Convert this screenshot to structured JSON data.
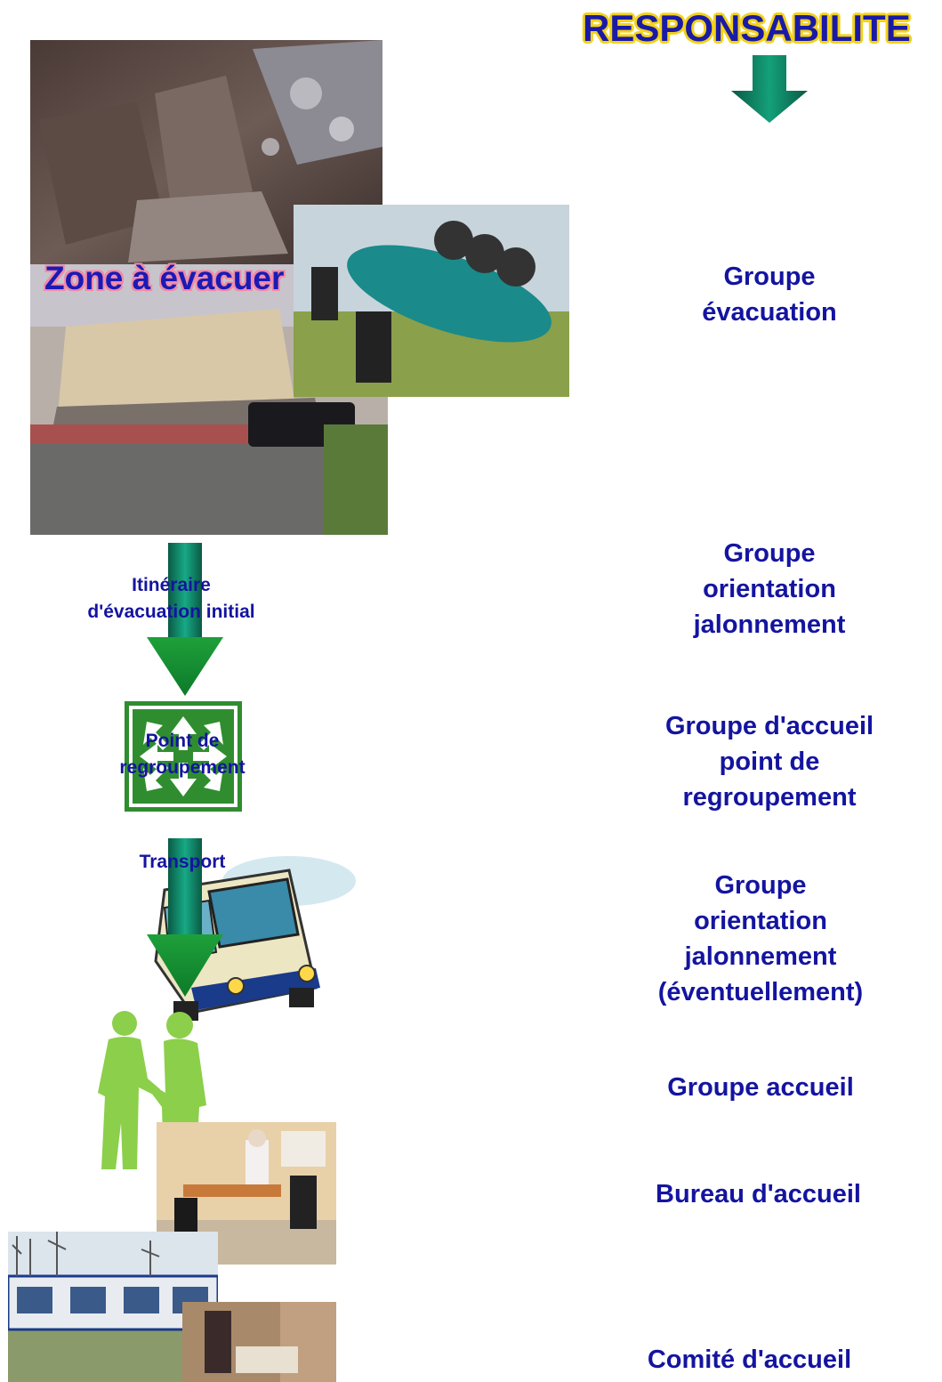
{
  "heading": "RESPONSABILITE",
  "zone_label": "Zone à évacuer",
  "flow": {
    "itineraire": "Itinéraire\nd'évacuation initial",
    "point": "Point de\nregroupement",
    "transport": "Transport"
  },
  "responsibilities": {
    "r1": "Groupe\névacuation",
    "r2": "Groupe\norientation\njalonnement",
    "r3": "Groupe d'accueil\npoint de\nregroupement",
    "r4": "Groupe\norientation\njalonnement\n(éventuellement)",
    "r5": "Groupe accueil",
    "r6": "Bureau d'accueil",
    "r7": "Comité d'accueil"
  },
  "colors": {
    "arrow_green": "#0e7a5a",
    "title_blue": "#1414a0",
    "title_outline": "#f2d21a",
    "sign_green": "#2f8d2f",
    "silhouette_green": "#8ccf4a"
  }
}
